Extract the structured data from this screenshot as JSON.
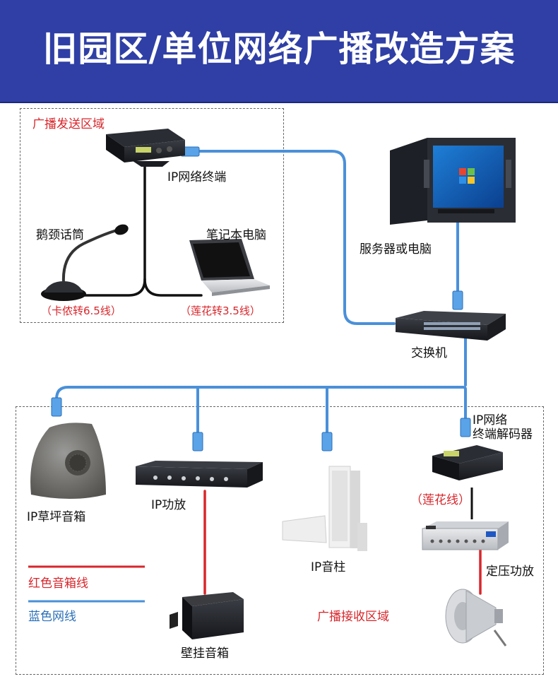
{
  "title": "旧园区/单位网络广播改造方案",
  "send_zone": {
    "label": "广播发送区域",
    "devices": {
      "ip_terminal": "IP网络终端",
      "microphone": "鹅颈话筒",
      "laptop": "笔记本电脑",
      "mic_cable": "（卡侬转6.5线）",
      "laptop_cable": "（莲花转3.5线）"
    }
  },
  "server": "服务器或电脑",
  "switch": "交换机",
  "decoder": {
    "line1": "IP网络",
    "line2": "终端解码器"
  },
  "receive_zone": {
    "label": "广播接收区域",
    "devices": {
      "lawn_speaker": "IP草坪音箱",
      "ip_amplifier": "IP功放",
      "column_speaker": "IP音柱",
      "wall_speaker": "壁挂音箱",
      "constant_voltage_amp": "定压功放",
      "rca_cable": "（莲花线）"
    }
  },
  "legend": {
    "red_line": "红色音箱线",
    "blue_line": "蓝色网线"
  },
  "colors": {
    "banner": "#2f3fa5",
    "network_cable": "#4a90d9",
    "speaker_cable": "#d8262b"
  }
}
